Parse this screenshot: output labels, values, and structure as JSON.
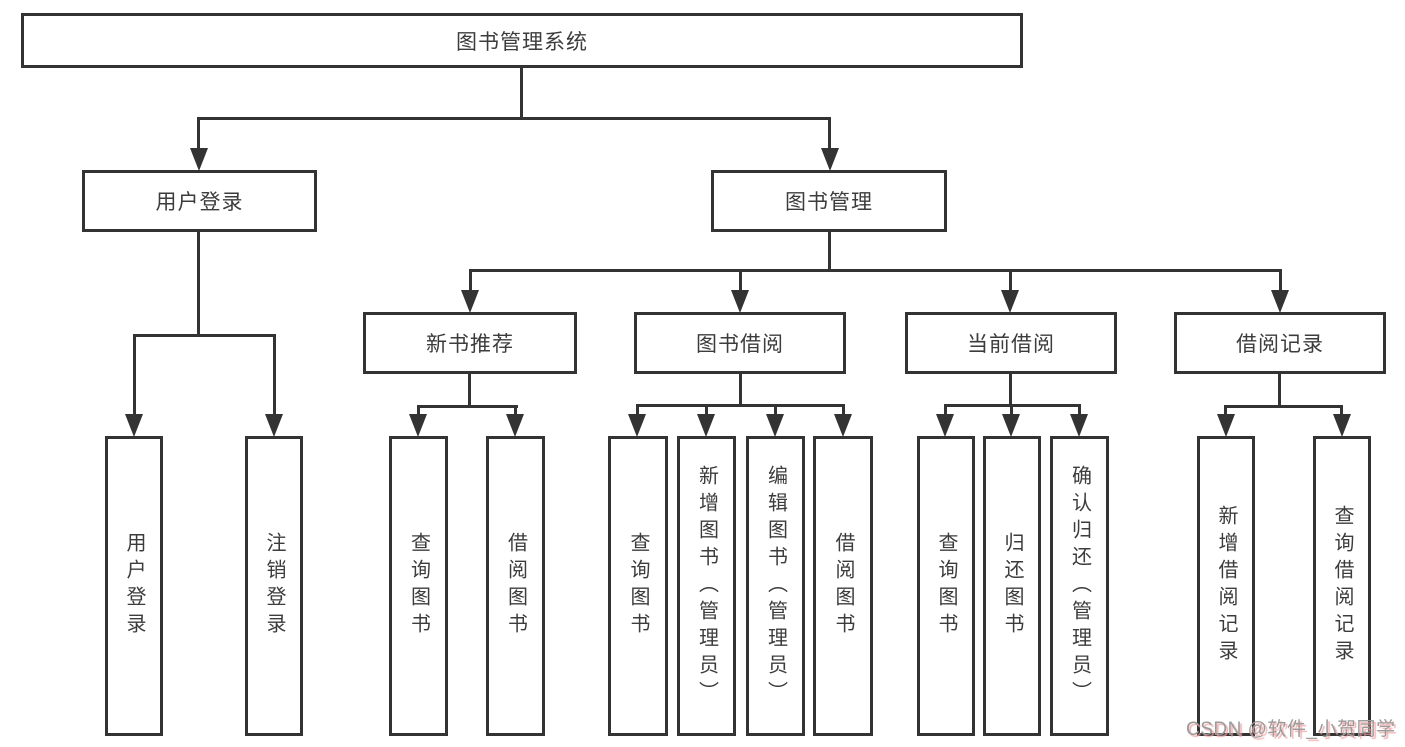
{
  "diagram_type": "hierarchy-tree",
  "colors": {
    "line": "#333333",
    "text": "#3c3c3c",
    "background": "#ffffff",
    "watermark_text": "#9b9b9b",
    "watermark_shadow": "#f0a0a0"
  },
  "nodes": {
    "root": {
      "label": "图书管理系统"
    },
    "level2": [
      {
        "label": "用户登录",
        "parent": "图书管理系统"
      },
      {
        "label": "图书管理",
        "parent": "图书管理系统"
      }
    ],
    "level3": [
      {
        "label": "新书推荐",
        "parent": "图书管理"
      },
      {
        "label": "图书借阅",
        "parent": "图书管理"
      },
      {
        "label": "当前借阅",
        "parent": "图书管理"
      },
      {
        "label": "借阅记录",
        "parent": "图书管理"
      }
    ],
    "leaves": [
      {
        "label": "用户登录",
        "parent": "用户登录"
      },
      {
        "label": "注销登录",
        "parent": "用户登录"
      },
      {
        "label": "查询图书",
        "parent": "新书推荐"
      },
      {
        "label": "借阅图书",
        "parent": "新书推荐"
      },
      {
        "label": "查询图书",
        "parent": "图书借阅"
      },
      {
        "label": "新增图书（管理员）",
        "parent": "图书借阅"
      },
      {
        "label": "编辑图书（管理员）",
        "parent": "图书借阅"
      },
      {
        "label": "借阅图书",
        "parent": "图书借阅"
      },
      {
        "label": "查询图书",
        "parent": "当前借阅"
      },
      {
        "label": "归还图书",
        "parent": "当前借阅"
      },
      {
        "label": "确认归还（管理员）",
        "parent": "当前借阅"
      },
      {
        "label": "新增借阅记录",
        "parent": "借阅记录"
      },
      {
        "label": "查询借阅记录",
        "parent": "借阅记录"
      }
    ]
  },
  "watermark": {
    "text": "CSDN @软件_小贺同学"
  }
}
